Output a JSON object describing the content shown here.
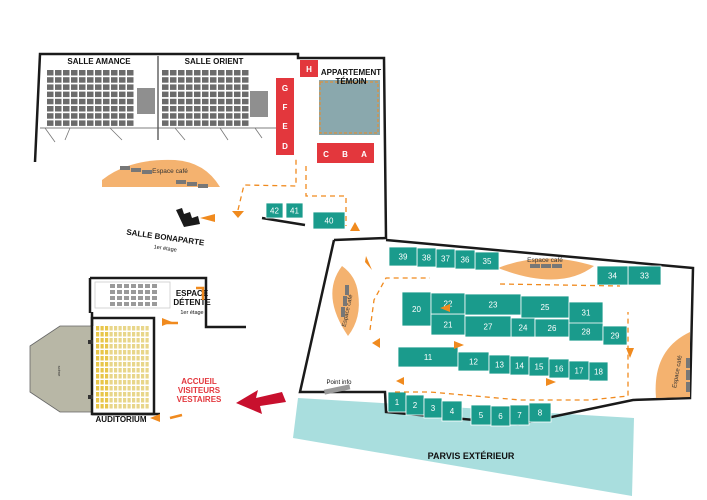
{
  "rooms": {
    "salle_amance": "SALLE AMANCE",
    "salle_orient": "SALLE ORIENT",
    "appartement": [
      "APPARTEMENT",
      "TÉMOIN"
    ],
    "salle_bonaparte": "SALLE BONAPARTE",
    "salle_bonaparte_floor": "1er étage",
    "espace_detente": [
      "ESPACE",
      "DÉTENTE"
    ],
    "espace_detente_floor": "1er étage",
    "auditorium": "AUDITORIUM",
    "accueil": [
      "ACCUEIL",
      "VISITEURS",
      "VESTAIRES"
    ],
    "parvis": "PARVIS EXTÉRIEUR",
    "point_info": "Point info",
    "cafe": "Espace café",
    "scene": "scène"
  },
  "red_stands": [
    "H",
    "G",
    "F",
    "E",
    "D",
    "C",
    "B",
    "A"
  ],
  "teal_stands": [
    "1",
    "2",
    "3",
    "4",
    "5",
    "6",
    "7",
    "8",
    "11",
    "12",
    "13",
    "14",
    "15",
    "16",
    "17",
    "18",
    "20",
    "21",
    "22",
    "23",
    "24",
    "25",
    "26",
    "27",
    "28",
    "29",
    "31",
    "33",
    "34",
    "35",
    "36",
    "37",
    "38",
    "39",
    "40",
    "41",
    "42"
  ],
  "colors": {
    "teal": "#1a9b8c",
    "red": "#e3373d",
    "orange": "#f08a1e",
    "cafe": "#f4b26f",
    "parvis": "#a9dede",
    "appartement": "#8aa8ad",
    "seat": "#6b6b6b",
    "wall": "#1a1a1a"
  }
}
